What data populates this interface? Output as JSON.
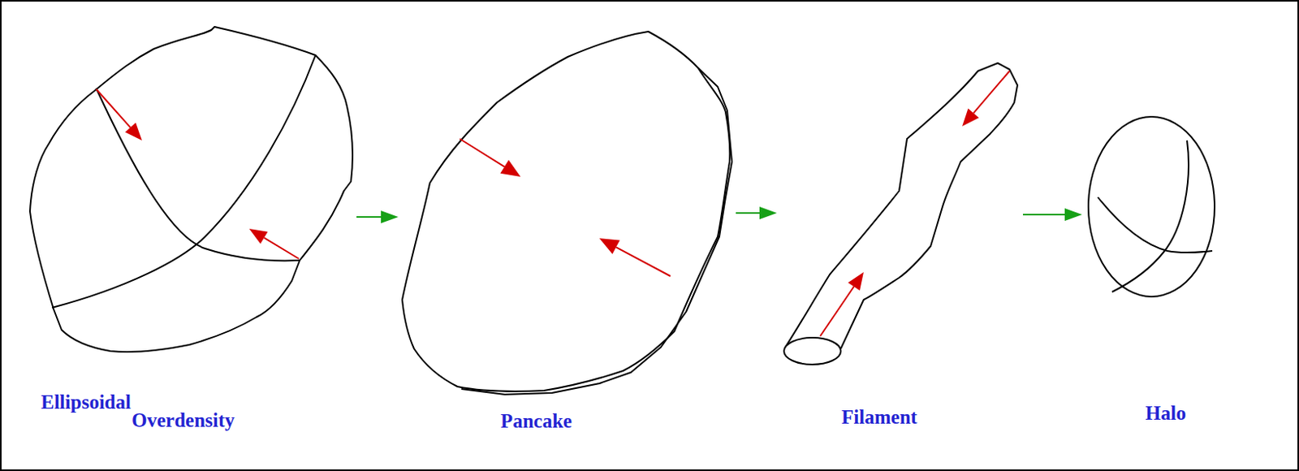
{
  "diagram": {
    "nodes": [
      {
        "text": [
          "Ellipsoidal Overdensity"
        ]
      },
      {
        "text": [
          "Pancake"
        ]
      },
      {
        "text": [
          "Filament"
        ]
      },
      {
        "text": [
          "Halo"
        ]
      }
    ],
    "edges": [
      {
        "from": 0,
        "to": 1,
        "arrow": "to"
      },
      {
        "from": 1,
        "to": 2,
        "arrow": "to"
      },
      {
        "from": 2,
        "to": 3,
        "arrow": "to"
      }
    ]
  }
}
